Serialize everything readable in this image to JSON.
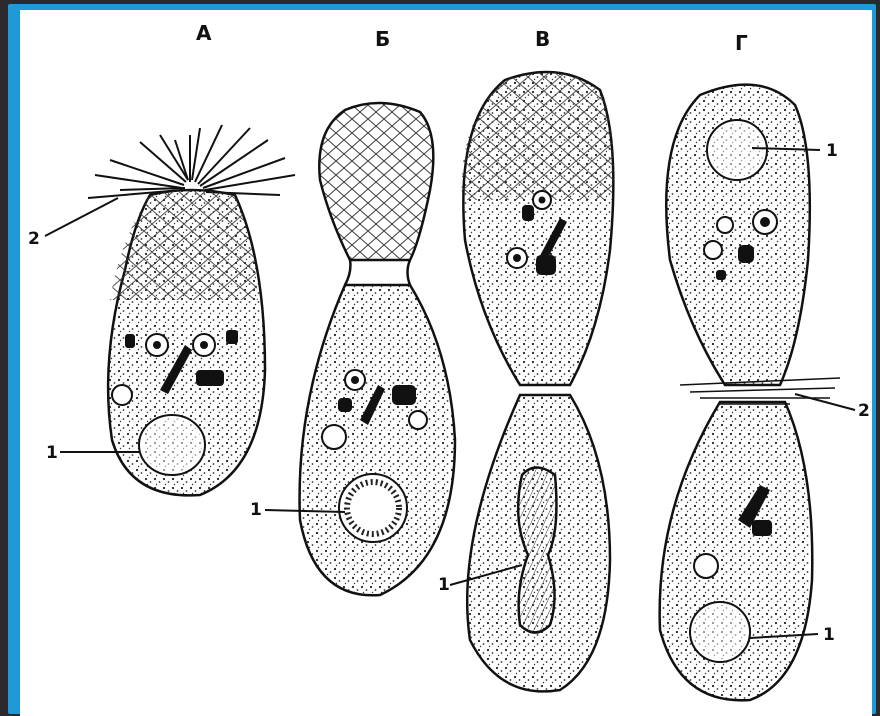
{
  "panels": [
    {
      "label": "А",
      "labels": {
        "nucleus": "1",
        "cilia": "2"
      }
    },
    {
      "label": "Б",
      "labels": {
        "nucleus": "1"
      }
    },
    {
      "label": "В",
      "labels": {
        "nucleus": "1"
      }
    },
    {
      "label": "Г",
      "labels": {
        "nucleus_top": "1",
        "constriction": "2",
        "nucleus_bottom": "1"
      }
    }
  ],
  "colors": {
    "frame": "#1f9ad6",
    "background": "#2b2b2d",
    "ink": "#111111"
  }
}
